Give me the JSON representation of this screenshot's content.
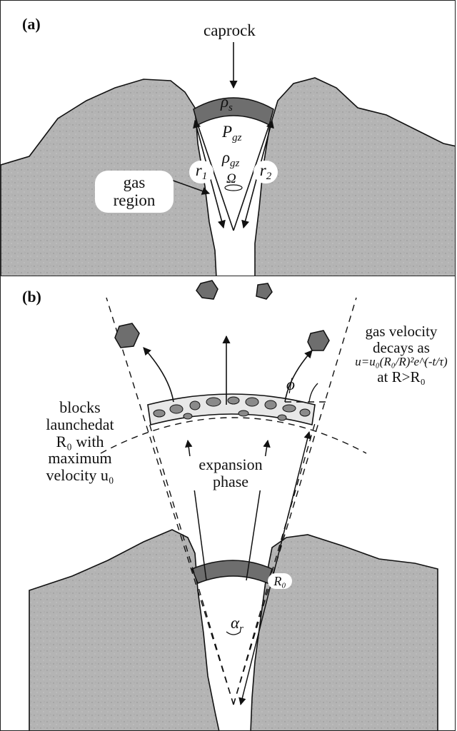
{
  "panel_a": {
    "label": "(a)",
    "caprock": "caprock",
    "rho_s": "ρ",
    "rho_s_sub": "s",
    "p_gz": "P",
    "p_gz_sub": "gz",
    "rho_gz": "ρ",
    "rho_gz_sub": "gz",
    "omega": "Ω",
    "r1": "r",
    "r1_sub": "1",
    "r2": "r",
    "r2_sub": "2",
    "gas_region_line1": "gas",
    "gas_region_line2": "region"
  },
  "panel_b": {
    "label": "(b)",
    "gas_velocity_line1": "gas velocity",
    "gas_velocity_line2": "decays as",
    "gas_velocity_formula": "u=u₀(R₀/R)²e^(-t/τ)",
    "gas_velocity_line4": "at R>R₀",
    "phi": "ϕ",
    "blocks_line1": "blocks",
    "blocks_line2": "launchedat",
    "blocks_line3": "R₀ with",
    "blocks_line4": "maximum",
    "blocks_line5": "velocity u₀",
    "expansion_line1": "expansion",
    "expansion_line2": "phase",
    "r0_label": "R₀",
    "alpha": "α",
    "alpha_sub": "r"
  },
  "colors": {
    "rock": "#b4b4b4",
    "caprock": "#6e6e6e",
    "line": "#111111"
  }
}
